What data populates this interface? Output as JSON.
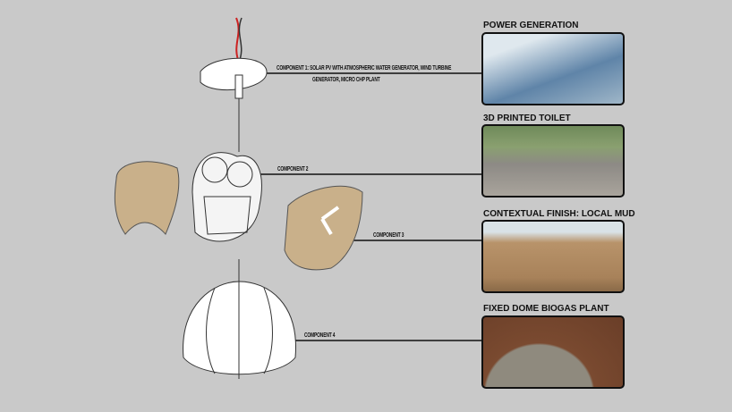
{
  "components": [
    {
      "label_line1": "COMPONENT 1: SOLAR PV WITH ATMOSPHERIC WATER GENERATOR, WIND TURBINE",
      "label_line2": "GENERATOR, MICRO CHP PLANT"
    },
    {
      "label_line1": "COMPONENT 2"
    },
    {
      "label_line1": "COMPONENT 3"
    },
    {
      "label_line1": "COMPONENT 4"
    }
  ],
  "photos": [
    {
      "title": "POWER GENERATION",
      "colors": [
        "#dfe8ee",
        "#5f84a8"
      ]
    },
    {
      "title": "3D PRINTED TOILET",
      "colors": [
        "#8aa070",
        "#8d8a85"
      ]
    },
    {
      "title": "CONTEXTUAL FINISH: LOCAL MUD",
      "colors": [
        "#d9e2e6",
        "#a8825a"
      ]
    },
    {
      "title": "FIXED DOME BIOGAS PLANT",
      "colors": [
        "#7a4a30",
        "#8f8a7e"
      ]
    }
  ]
}
